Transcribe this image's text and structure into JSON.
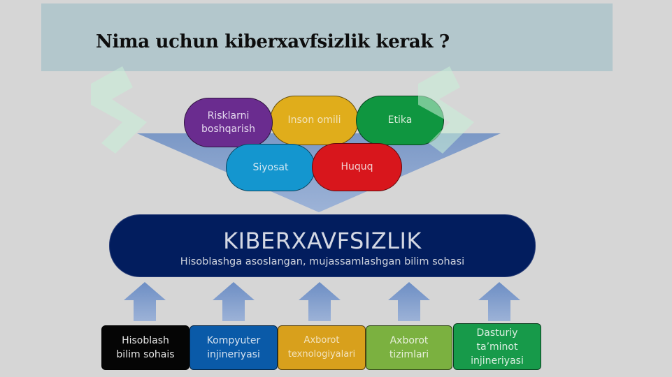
{
  "title": "Nima uchun kiberxavfsizlik kerak ?",
  "top_pills": [
    {
      "label": "Risklarni boshqarish",
      "color": "#6a2c8f"
    },
    {
      "label": "Inson omili",
      "color": "#e0ad1b"
    },
    {
      "label": "Etika",
      "color": "#0f9640"
    },
    {
      "label": "Siyosat",
      "color": "#1496cf"
    },
    {
      "label": "Huquq",
      "color": "#d8161c"
    }
  ],
  "center": {
    "title": "KIBERXAVFSIZLIK",
    "subtitle": "Hisoblashga asoslangan, mujassamlashgan bilim sohasi"
  },
  "bottom_boxes": [
    {
      "label": "Hisoblash bilim sohais",
      "color": "#050505"
    },
    {
      "label": "Kompyuter injineriyasi",
      "color": "#0a5aa8"
    },
    {
      "label": "Axborot texnologiyalari",
      "color": "#d8a01c"
    },
    {
      "label": "Axborot tizimlari",
      "color": "#7bb140"
    },
    {
      "label": "Dasturiy ta’minot injineriyasi",
      "color": "#179a4a"
    }
  ]
}
